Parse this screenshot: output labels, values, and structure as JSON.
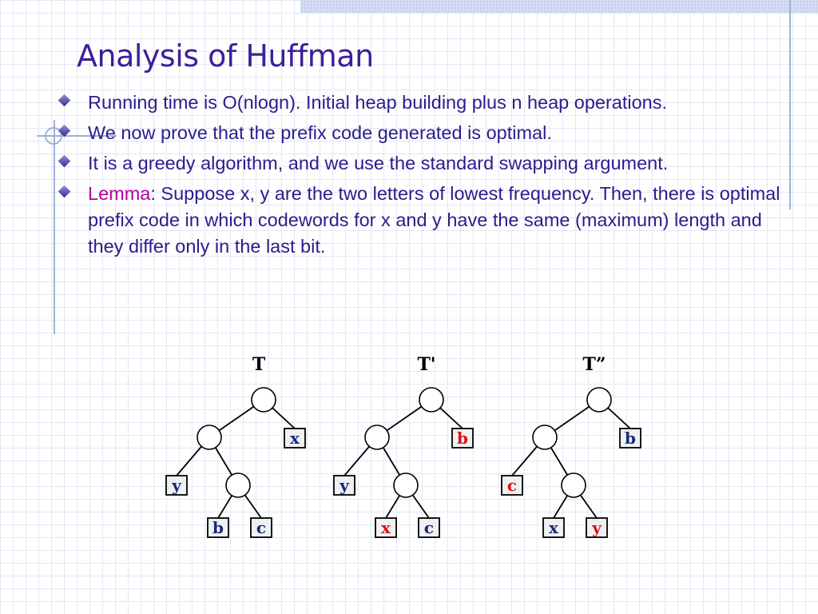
{
  "slide": {
    "title": "Analysis of Huffman",
    "bullets": [
      {
        "text": "Running time is O(nlogn). Initial heap building plus n heap operations."
      },
      {
        "text": "We now prove that the prefix code generated is optimal."
      },
      {
        "text": "It is a greedy algorithm, and we use the standard swapping argument."
      },
      {
        "highlight": "Lemma",
        "text": ": Suppose x, y are the two letters of lowest frequency. Then, there is optimal prefix code in which codewords for x and y have the same (maximum) length and they differ only in the last bit."
      }
    ]
  },
  "colors": {
    "title": "#3c1f9c",
    "body_text": "#2a1d8c",
    "lemma_highlight": "#b4009e",
    "swapped_leaf": "#e01010",
    "normal_leaf": "#1a2a7a"
  },
  "trees": [
    {
      "label": "T",
      "leaves": {
        "root_right": "x",
        "left_left": "y",
        "deep_left": "b",
        "deep_right": "c"
      },
      "highlighted": []
    },
    {
      "label": "T'",
      "leaves": {
        "root_right": "b",
        "left_left": "y",
        "deep_left": "x",
        "deep_right": "c"
      },
      "highlighted": [
        "root_right",
        "deep_left"
      ]
    },
    {
      "label": "T”",
      "leaves": {
        "root_right": "b",
        "left_left": "c",
        "deep_left": "x",
        "deep_right": "y"
      },
      "highlighted": [
        "left_left",
        "deep_right"
      ]
    }
  ]
}
